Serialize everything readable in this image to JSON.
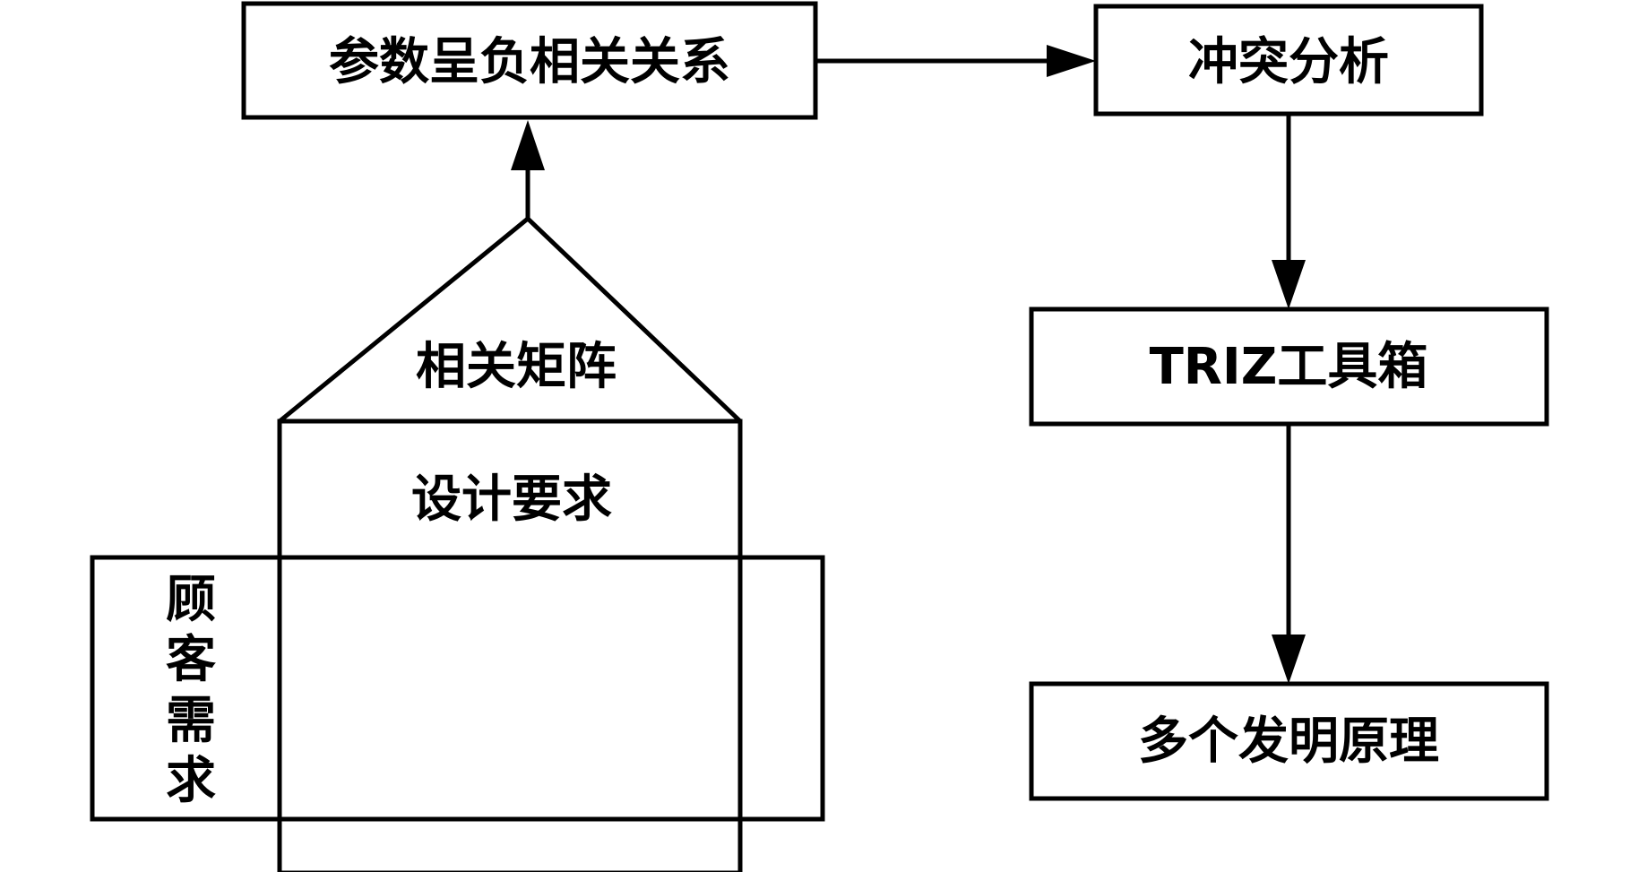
{
  "boxes": {
    "negative_correlation": "参数呈负相关关系",
    "conflict_analysis": "冲突分析",
    "triz_toolbox": "TRIZ工具箱",
    "inventive_principles": "多个发明原理"
  },
  "house": {
    "roof_label": "相关矩阵",
    "columns_label": "设计要求",
    "rows_label_chars": [
      "顾",
      "客",
      "需",
      "求"
    ]
  },
  "colors": {
    "stroke": "#000000",
    "background": "#ffffff"
  }
}
